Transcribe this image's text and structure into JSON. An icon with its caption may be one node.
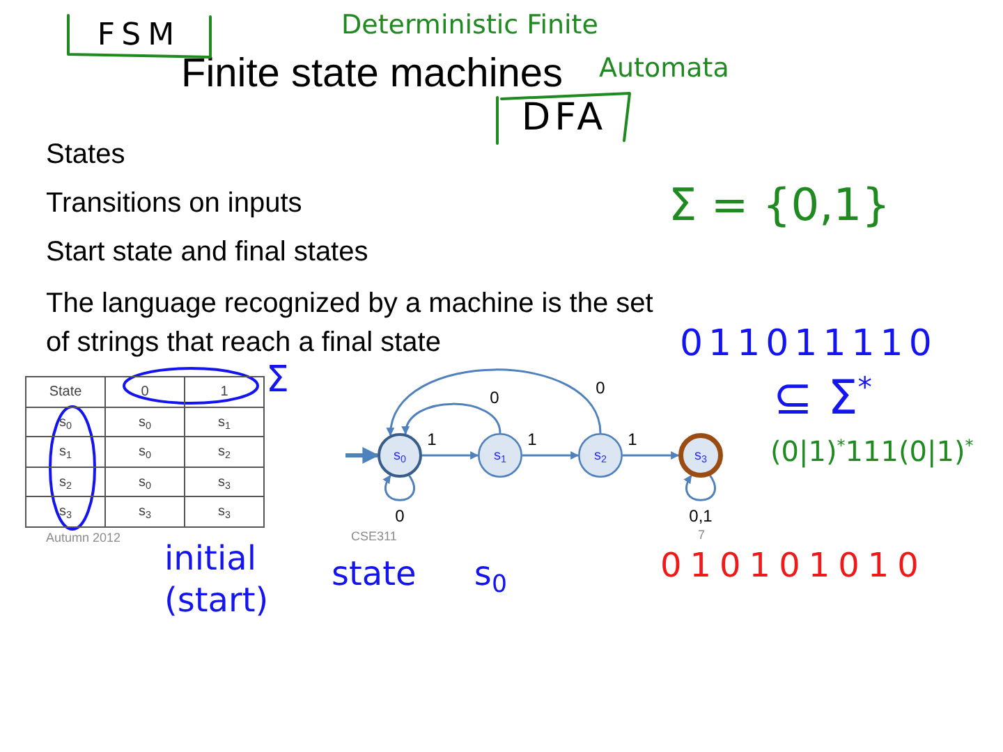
{
  "diagram": {
    "title": "Finite state machines",
    "nodes": [
      {
        "text": [
          "FSM"
        ]
      },
      {
        "text": [
          "DFA"
        ]
      },
      {
        "text": [
          "s$_{0}$"
        ]
      },
      {
        "text": [
          "s$_{1}$"
        ]
      },
      {
        "text": [
          "s$_{2}$"
        ]
      },
      {
        "text": [
          "s$_{3}$"
        ]
      }
    ],
    "edges": [
      {
        "from": null,
        "to": 2,
        "arrow": "to",
        "style": "thick"
      },
      {
        "from": 2,
        "to": 3,
        "arrow": "to",
        "label": "1"
      },
      {
        "from": 3,
        "to": 4,
        "arrow": "to",
        "label": "1"
      },
      {
        "from": 4,
        "to": 5,
        "arrow": "to",
        "label": "1"
      },
      {
        "from": 3,
        "to": 2,
        "arrow": "to",
        "label": "0"
      },
      {
        "from": 4,
        "to": 2,
        "arrow": "to",
        "label": "0"
      },
      {
        "from": 2,
        "to": 2,
        "arrow": "to",
        "label": "0"
      },
      {
        "from": 5,
        "to": 5,
        "arrow": "to",
        "label": "0,1"
      }
    ],
    "labels": [
      "Deterministic Finite",
      "Automata",
      "States",
      "Transitions on inputs",
      "Σ = {0,1}",
      "Start state and final states",
      "The language recognized by a machine is the set of strings that reach a final state",
      "011011110",
      "State",
      "0",
      "1",
      "Σ",
      "s$_{0}$",
      "s$_{0}$",
      "s$_{1}$",
      "s$_{1}$",
      "s$_{0}$",
      "s$_{2}$",
      "s$_{2}$",
      "s$_{0}$",
      "s$_{3}$",
      "s$_{3}$",
      "s$_{3}$",
      "s$_{3}$",
      "⊆ Σ$^{*}$",
      "(0|1)$^{*}$111(0|1)$^{*}$",
      "Autumn 2012",
      "CSE311",
      "7",
      "010101010",
      "initial (start)",
      "state s$_{0}$"
    ]
  }
}
